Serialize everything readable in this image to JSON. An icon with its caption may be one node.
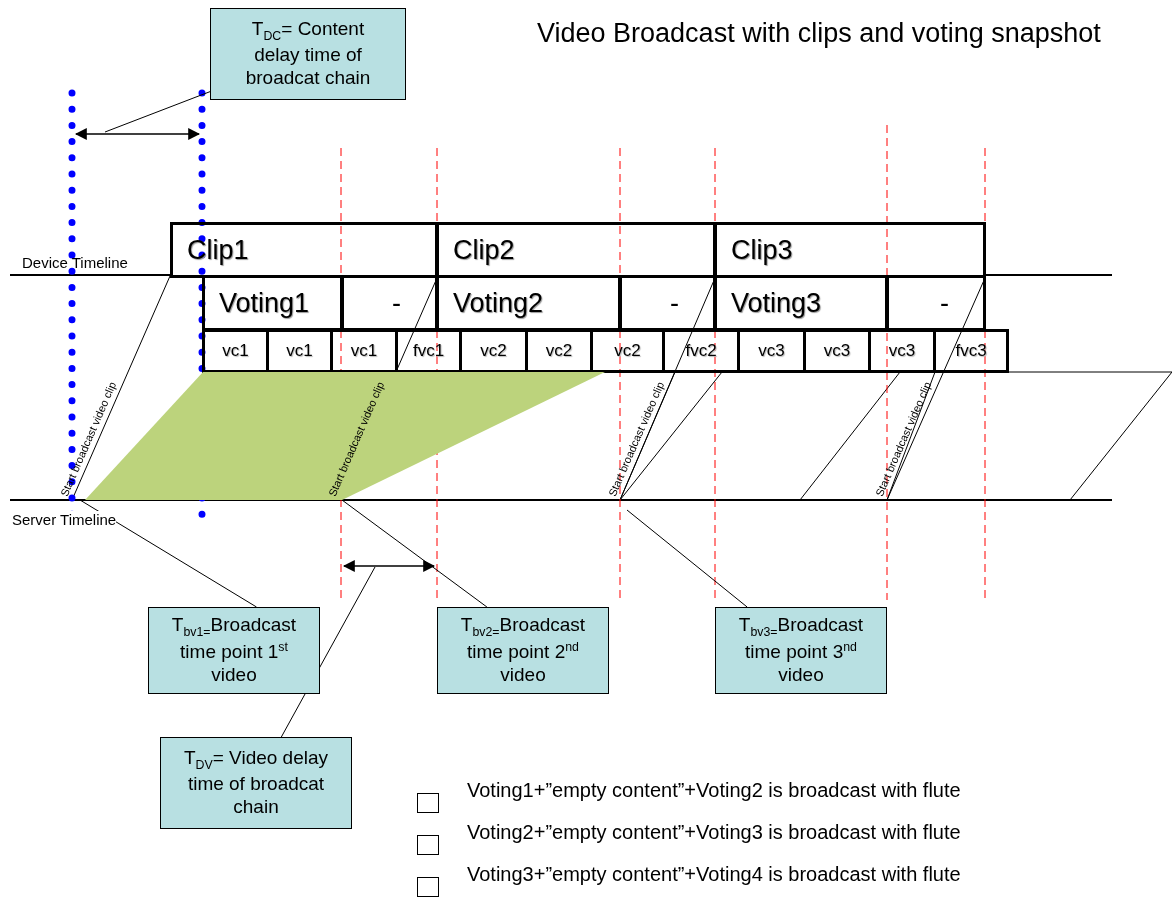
{
  "diagram": {
    "title": "Video Broadcast with clips and voting snapshot",
    "nodes": [
      {
        "text": [
          "T$_{DC}$= Content delay time of broadcat chain"
        ]
      },
      {
        "text": [
          "Clip1"
        ]
      },
      {
        "text": [
          "Clip2"
        ]
      },
      {
        "text": [
          "Clip3"
        ]
      },
      {
        "text": [
          "Voting1"
        ]
      },
      {
        "text": [
          "-"
        ]
      },
      {
        "text": [
          "Voting2"
        ]
      },
      {
        "text": [
          "-"
        ]
      },
      {
        "text": [
          "Voting3"
        ]
      },
      {
        "text": [
          "-"
        ]
      },
      {
        "text": [
          "vc1"
        ]
      },
      {
        "text": [
          "vc1"
        ]
      },
      {
        "text": [
          "vc1"
        ]
      },
      {
        "text": [
          "fvc1"
        ]
      },
      {
        "text": [
          "vc2"
        ]
      },
      {
        "text": [
          "vc2"
        ]
      },
      {
        "text": [
          "vc2"
        ]
      },
      {
        "text": [
          "fvc2"
        ]
      },
      {
        "text": [
          "vc3"
        ]
      },
      {
        "text": [
          "vc3"
        ]
      },
      {
        "text": [
          "vc3"
        ]
      },
      {
        "text": [
          "fvc3"
        ]
      },
      {
        "text": [
          "T$_{bv1=}$Broadcast time point 1$^{st}$ video"
        ]
      },
      {
        "text": [
          "T$_{bv2=}$Broadcast time point 2$^{nd}$ video"
        ]
      },
      {
        "text": [
          "T$_{bv3=}$Broadcast time point 3$^{nd}$ video"
        ]
      },
      {
        "text": [
          "T$_{DV}$= Video delay time of broadcat chain"
        ]
      },
      {
        "text": [],
        "shape": "area"
      }
    ],
    "edges": [
      {
        "from": 0,
        "to": null,
        "arrow": "none"
      },
      {
        "from": 22,
        "to": 26,
        "arrow": "none"
      },
      {
        "from": 23,
        "to": 26,
        "arrow": "none"
      },
      {
        "from": 24,
        "to": null,
        "arrow": "none"
      },
      {
        "from": 25,
        "to": null,
        "arrow": "none"
      }
    ],
    "labels": [
      "Device Timeline",
      "Start broadcast video clip",
      "Start broadcast video clip",
      "Start broadcast video clip",
      "Start broadcast video clip",
      "Server Timeline"
    ],
    "legend": [
      {
        "text": "Voting1+”empty content”+Voting2 is broadcast with flute"
      },
      {
        "text": "Voting2+”empty content”+Voting3 is broadcast with flute"
      },
      {
        "text": "Voting3+”empty content”+Voting4 is broadcast with flute"
      }
    ]
  }
}
